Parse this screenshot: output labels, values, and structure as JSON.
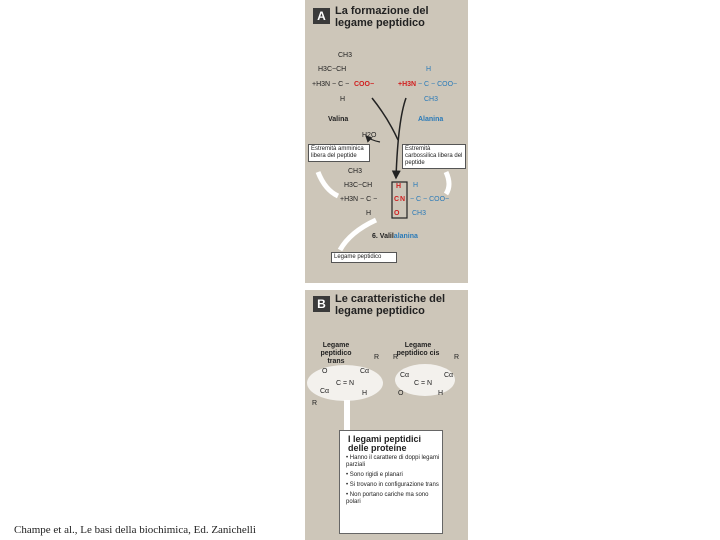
{
  "panel_a": {
    "letter": "A",
    "title_line1": "La formazione del",
    "title_line2": "legame peptidico",
    "valine": {
      "ch3": "CH3",
      "h3c_ch": "H3C−CH",
      "h2n": "+H3N − C −",
      "coo": "COO−",
      "h": "H",
      "name": "Valina"
    },
    "alanine": {
      "h": "H",
      "h3n": "+H3N",
      "c_coo": "− C − COO−",
      "ch3": "CH3",
      "name": "Alanina"
    },
    "water": "H2O",
    "label_amino": "Estremità amminica libera del peptide",
    "label_carboxyl": "Estremità carbossilica libera del peptide",
    "product": {
      "ch3": "CH3",
      "h3c_ch": "H3C−CH",
      "h3n": "+H3N − C −",
      "h_top": "H",
      "h_left": "H",
      "c": "C",
      "n": "N",
      "o": "O",
      "c_coo": "− C − COO−",
      "h_right": "H",
      "ch3_right": "CH3",
      "name_prefix": "6. Valil",
      "name_suffix": "alanina"
    },
    "label_bond": "Legame peptidico"
  },
  "panel_b": {
    "letter": "B",
    "title_line1": "Le caratteristiche del",
    "title_line2": "legame peptidico",
    "trans_label": "Legame peptidico trans",
    "cis_label": "Legame peptidico cis",
    "r": "R",
    "c_alpha": "Cα",
    "o": "O",
    "c_eq_n": "C = N",
    "h": "H",
    "box_title": "I legami peptidici delle proteine",
    "properties": [
      "• Hanno il carattere di doppi legami parziali",
      "• Sono rigidi e planari",
      "• Si trovano in configurazione trans",
      "• Non portano cariche ma sono polari"
    ]
  },
  "caption": "Champe et al., Le basi della biochimica, Ed. Zanichelli"
}
